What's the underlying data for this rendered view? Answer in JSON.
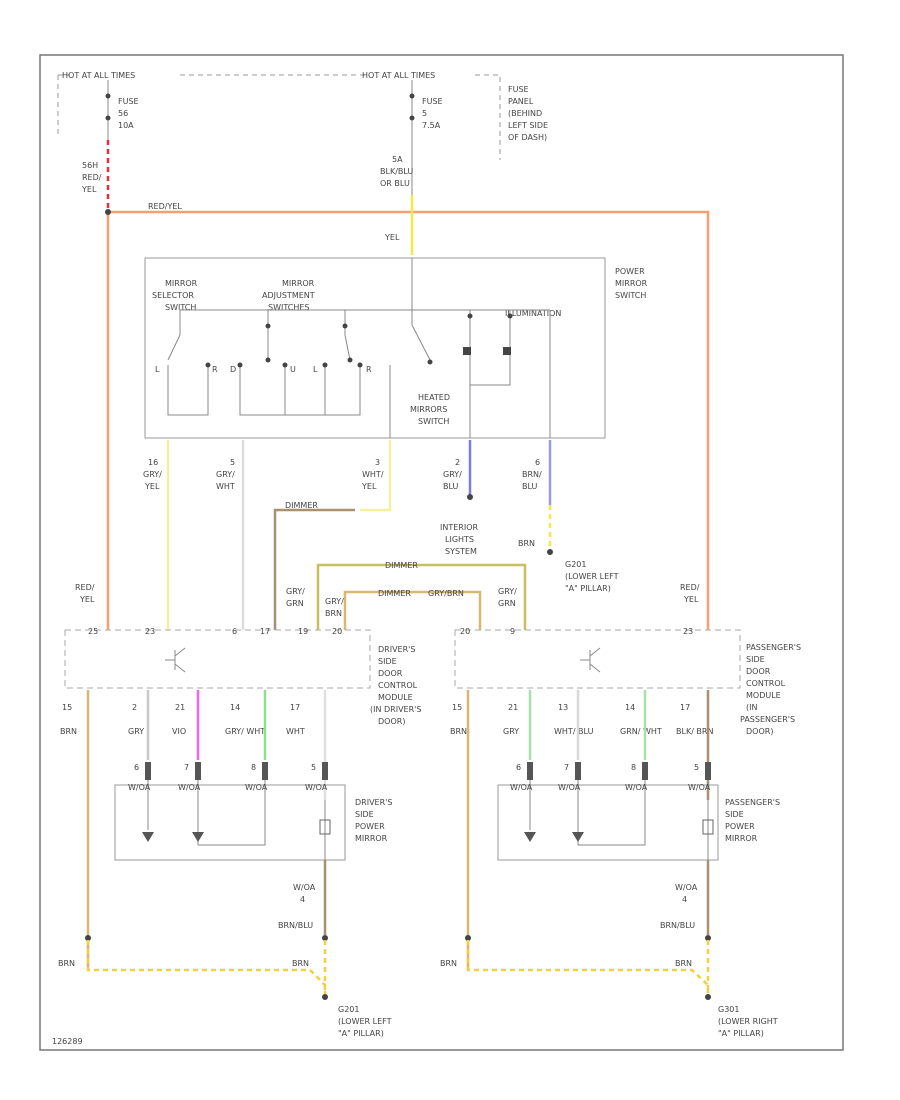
{
  "fuse_panel": {
    "hot_left": "HOT AT ALL TIMES",
    "hot_right": "HOT AT ALL TIMES",
    "fuse_left": [
      "FUSE",
      "56",
      "10A"
    ],
    "fuse_right": [
      "FUSE",
      "5",
      "7.5A"
    ],
    "panel_label": [
      "FUSE",
      "PANEL",
      "(BEHIND",
      "LEFT SIDE",
      "OF DASH)"
    ]
  },
  "wires": {
    "left_feed": [
      "56H",
      "RED/",
      "YEL"
    ],
    "right_feed": [
      "5A",
      "BLK/BLU",
      "OR BLU"
    ],
    "red_yel_bus": "RED/YEL",
    "yel_label": "YEL",
    "out_1": [
      "16",
      "GRY/",
      "YEL"
    ],
    "out_2": [
      "5",
      "GRY/",
      "WHT"
    ],
    "out_3": [
      "3",
      "WHT/",
      "YEL"
    ],
    "out_4": [
      "2",
      "GRY/",
      "BLU"
    ],
    "out_5": [
      "6",
      "BRN/",
      "BLU"
    ],
    "brn_label": "BRN",
    "ground_g201": [
      "G201",
      "(LOWER LEFT",
      "\"A\" PILLAR)"
    ],
    "ext_lights": [
      "INTERIOR",
      "LIGHTS",
      "SYSTEM"
    ],
    "dim_1": "DIMMER",
    "dim_2": "DIMMER",
    "dim_3": "DIMMER",
    "dim_4": "GRY/BRN",
    "red_yel_l": [
      "RED/",
      "YEL"
    ],
    "red_yel_r": [
      "RED/",
      "YEL"
    ],
    "gry_grn_l": [
      "GRY/",
      "GRN"
    ],
    "gry_brn_l": [
      "GRY/",
      "BRN"
    ],
    "gry_grn_r": [
      "GRY/",
      "GRN"
    ]
  },
  "power_mirror_switch": {
    "title": [
      "POWER",
      "MIRROR",
      "SWITCH"
    ],
    "selector": [
      "MIRROR",
      "SELECTOR",
      "SWITCH"
    ],
    "adjustment": [
      "MIRROR",
      "ADJUSTMENT",
      "SWITCHES"
    ],
    "illumination": "ILLUMINATION",
    "heated": [
      "HEATED",
      "MIRRORS",
      "SWITCH"
    ],
    "pos_l": "L",
    "pos_r": "R",
    "pos_d": "D",
    "pos_u": "U",
    "pos_l2": "L",
    "pos_r2": "R"
  },
  "driver_module": {
    "label": [
      "DRIVER'S",
      "SIDE",
      "DOOR",
      "CONTROL",
      "MODULE",
      "(IN DRIVER'S",
      "DOOR)"
    ],
    "pins_top": [
      "25",
      "23",
      "6",
      "17",
      "19",
      "20"
    ],
    "pins_bot": [
      "15",
      "2",
      "21",
      "14",
      "17"
    ],
    "wires_bot": [
      "BRN",
      "GRY",
      "VIO",
      "GRY/\nWHT",
      "WHT"
    ]
  },
  "passenger_module": {
    "label": [
      "PASSENGER'S",
      "SIDE",
      "DOOR",
      "CONTROL",
      "MODULE",
      "(IN",
      "PASSENGER'S",
      "DOOR)"
    ],
    "pins_top": [
      "20",
      "9",
      "23"
    ],
    "pins_bot": [
      "15",
      "21",
      "13",
      "14",
      "17"
    ],
    "wires_bot": [
      "BRN",
      "GRY",
      "WHT/\nBLU",
      "GRN/\nWHT",
      "BLK/\nBRN"
    ]
  },
  "driver_mirror": {
    "label": [
      "DRIVER'S",
      "SIDE",
      "POWER",
      "MIRROR"
    ],
    "pins": [
      "6",
      "7",
      "8",
      "5"
    ],
    "conn": "W/OA"
  },
  "passenger_mirror": {
    "label": [
      "PASSENGER'S",
      "SIDE",
      "POWER",
      "MIRROR"
    ],
    "pins": [
      "6",
      "7",
      "8",
      "5"
    ],
    "conn": "W/OA"
  },
  "grounds": {
    "left_conn": [
      "W/OA",
      "4"
    ],
    "left_wire": "BRN/BLU",
    "right_conn": [
      "W/OA",
      "4"
    ],
    "right_wire": "BRN/BLU",
    "brn_1": "BRN",
    "brn_2": "BRN",
    "brn_3": "BRN",
    "brn_4": "BRN",
    "g_left": [
      "G201",
      "(LOWER LEFT",
      "\"A\" PILLAR)"
    ],
    "g_right": [
      "G301",
      "(LOWER RIGHT",
      "\"A\" PILLAR)"
    ]
  },
  "figure_code": "126289",
  "colors": {
    "red": "#e8303a",
    "orange": "#f5a070",
    "yellow": "#f2e84a",
    "light_yellow": "#f3f0a0",
    "blue": "#7b7bd8",
    "light_blue": "#9a9ae0",
    "magenta": "#ee66ee",
    "green": "#8ee08e",
    "brown": "#a89070",
    "tan": "#d8b870",
    "olive": "#c8c060",
    "grey": "#c8c8c8",
    "dk_green": "#6cbf7a"
  }
}
